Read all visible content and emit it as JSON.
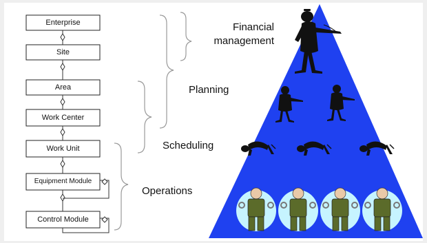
{
  "hierarchy": {
    "boxes": [
      {
        "label": "Enterprise"
      },
      {
        "label": "Site"
      },
      {
        "label": "Area"
      },
      {
        "label": "Work Center"
      },
      {
        "label": "Work Unit"
      },
      {
        "label": "Equipment Module"
      },
      {
        "label": "Control Module"
      }
    ]
  },
  "levels": {
    "financial_line1": "Financial",
    "financial_line2": "management",
    "planning": "Planning",
    "scheduling": "Scheduling",
    "operations": "Operations"
  },
  "colors": {
    "background": "#efefef",
    "panel": "#ffffff",
    "pyramid": "#1f41f0",
    "figure": "#111111",
    "worker_bg": "#c6f4ff",
    "worker_body": "#5b6b2a"
  },
  "icons": {
    "manager": "pointing-manager-figure",
    "planner": "pointing-planner-figure",
    "scheduler": "crawling-scheduler-figure",
    "worker": "mechanic-worker-figure"
  }
}
